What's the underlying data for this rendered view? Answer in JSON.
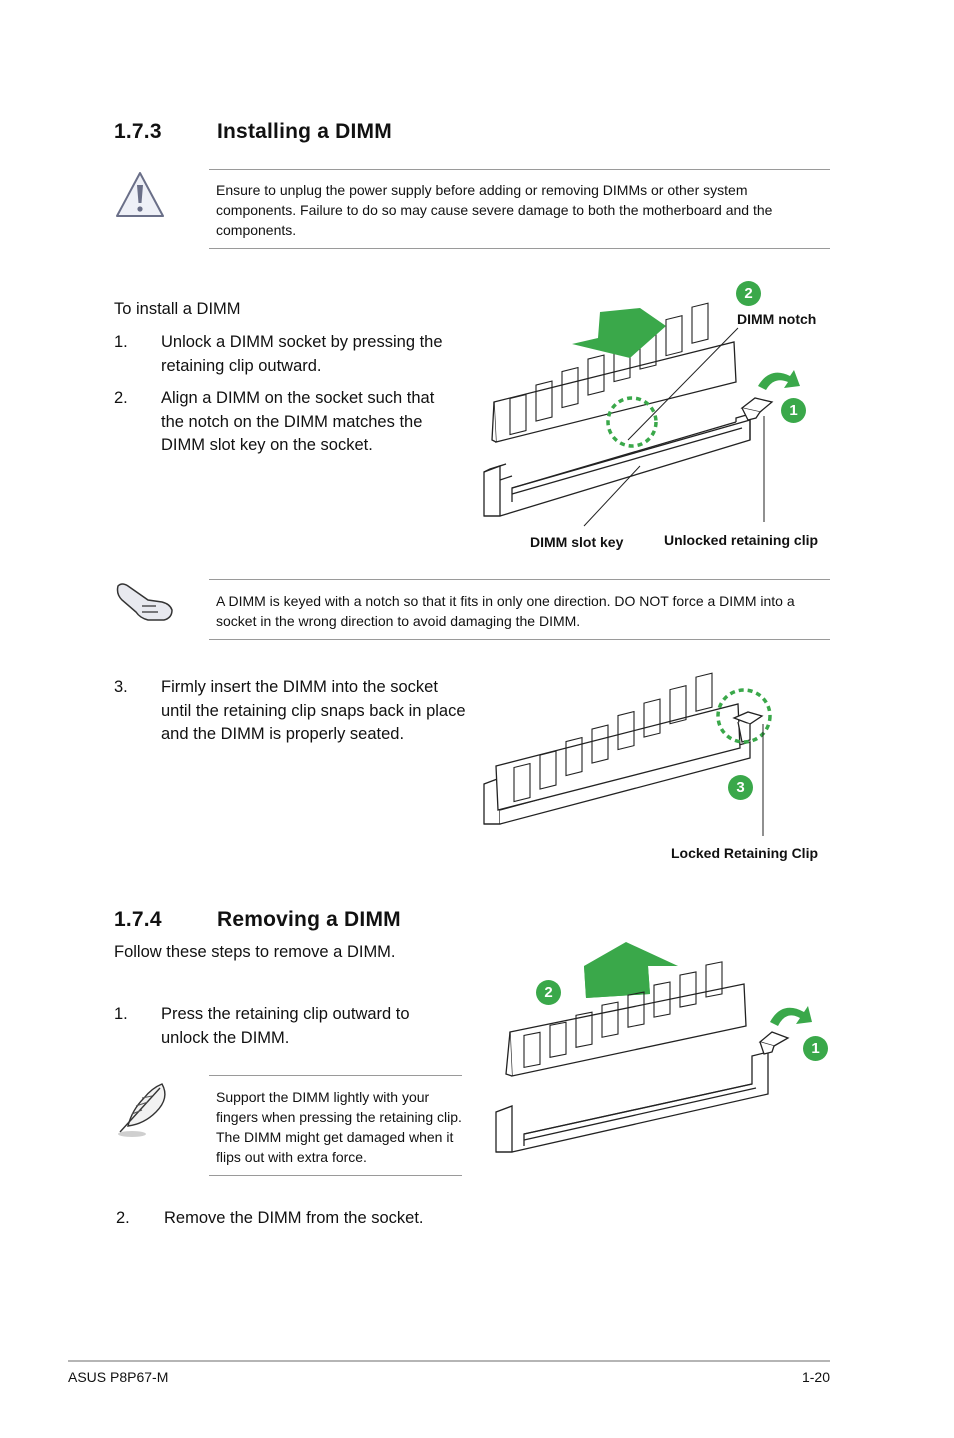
{
  "sections": [
    {
      "number": "1.7.3",
      "title": "Installing a DIMM"
    },
    {
      "number": "1.7.4",
      "title": "Removing a DIMM"
    }
  ],
  "warning_note": "Ensure to unplug the power supply before adding or removing DIMMs or other system components. Failure to do so may cause severe damage to both the motherboard and the components.",
  "install": {
    "intro": "To install a DIMM",
    "steps": [
      {
        "num": "1.",
        "text": "Unlock a DIMM socket by pressing the retaining clip outward."
      },
      {
        "num": "2.",
        "text": "Align a DIMM on the socket such that the notch on the DIMM matches the DIMM slot key on the socket."
      },
      {
        "num": "3.",
        "text": "Firmly insert the DIMM into the socket until the retaining clip snaps back in place and the DIMM is properly seated."
      }
    ],
    "fig1": {
      "badge_notch": "2",
      "label_notch": "DIMM notch",
      "badge_clip": "1",
      "label_slot_key": "DIMM slot key",
      "label_unlocked": "Unlocked retaining clip"
    },
    "caution_note": "A DIMM is keyed with a notch so that it fits in only one direction. DO NOT force a DIMM into a socket in the wrong direction to avoid damaging the DIMM.",
    "fig2": {
      "badge": "3",
      "label_locked": "Locked Retaining Clip"
    }
  },
  "remove": {
    "intro": "Follow these steps to remove a DIMM.",
    "steps": [
      {
        "num": "1.",
        "text": "Press the retaining clip outward to unlock the DIMM."
      },
      {
        "num": "2.",
        "text": "Remove the DIMM from the socket."
      }
    ],
    "tip_note": "Support the DIMM lightly with your fingers when pressing the retaining clip. The DIMM might get damaged when it flips out with extra force.",
    "fig3": {
      "badge_lift": "2",
      "badge_clip": "1"
    }
  },
  "footer": {
    "left": "ASUS P8P67-M",
    "right": "1-20"
  },
  "colors": {
    "accent_green": "#3aa84a",
    "rule": "#9a9a9a"
  }
}
